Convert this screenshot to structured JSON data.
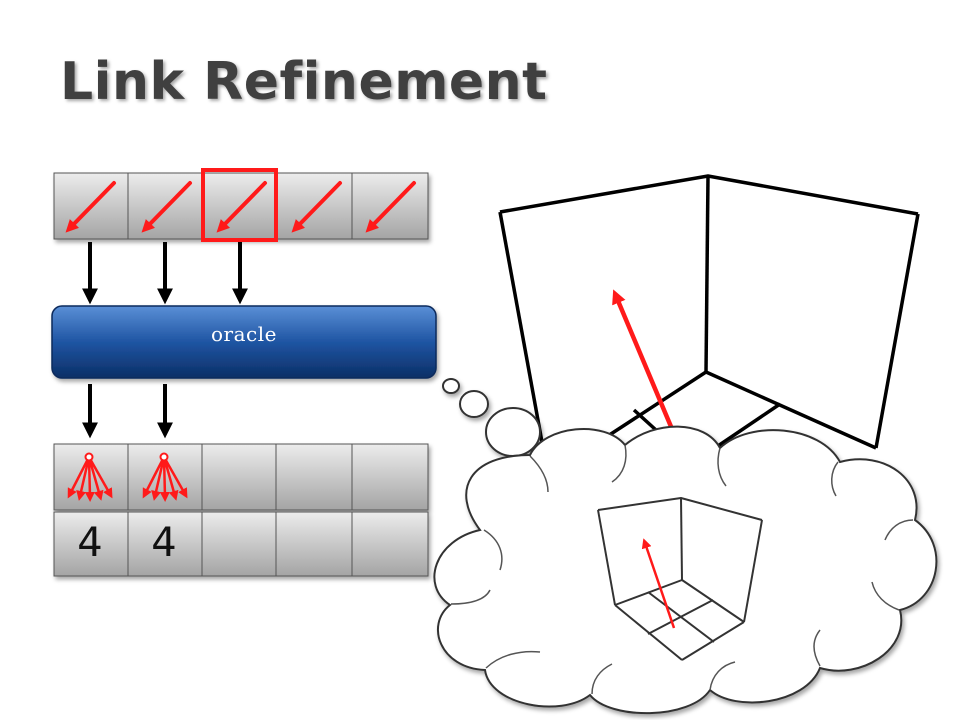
{
  "slide": {
    "title": "Link Refinement",
    "oracle_label": "oracle",
    "counts": [
      "4",
      "4",
      "",
      "",
      ""
    ]
  },
  "colors": {
    "title": "#404040",
    "oracle_fill_top": "#4f86cf",
    "oracle_fill_bottom": "#0d3a7a",
    "link_arrow": "#ff1a1a",
    "highlight_box": "#ff1a1a",
    "cell_top": "#e6e6e6",
    "cell_bottom": "#a8a8a8"
  },
  "icons": {
    "candidate_link": "diagonal-red-arrow",
    "refined_links": "red-arrow-fan"
  },
  "selected_candidate_index": 2
}
